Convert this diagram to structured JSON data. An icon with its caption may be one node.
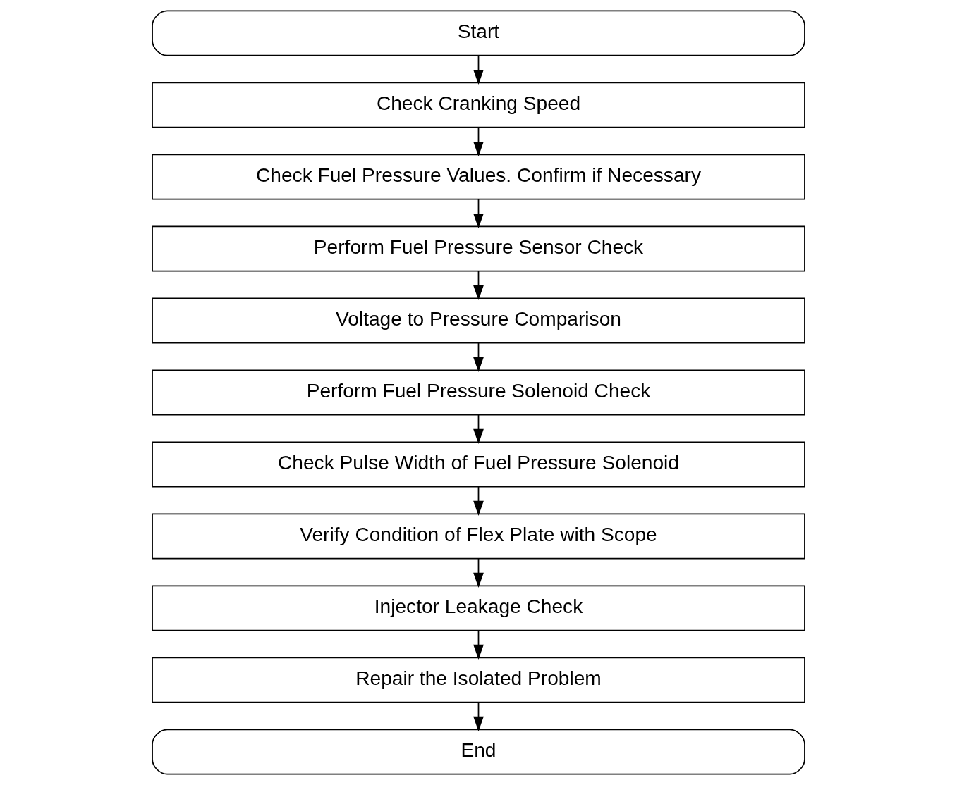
{
  "diagram": {
    "nodes": [
      {
        "text": [
          "Start"
        ]
      },
      {
        "text": [
          "Check Cranking Speed"
        ]
      },
      {
        "text": [
          "Check Fuel Pressure Values. Confirm if Necessary"
        ]
      },
      {
        "text": [
          "Perform Fuel Pressure Sensor Check"
        ]
      },
      {
        "text": [
          "Voltage to Pressure Comparison"
        ]
      },
      {
        "text": [
          "Perform Fuel Pressure Solenoid Check"
        ]
      },
      {
        "text": [
          "Check Pulse Width of Fuel Pressure Solenoid"
        ]
      },
      {
        "text": [
          "Verify Condition of Flex Plate with Scope"
        ]
      },
      {
        "text": [
          "Injector Leakage Check"
        ]
      },
      {
        "text": [
          "Repair the Isolated Problem"
        ]
      },
      {
        "text": [
          "End"
        ]
      }
    ],
    "edges": [
      {
        "from": 0,
        "to": 1,
        "arrow": "to"
      },
      {
        "from": 1,
        "to": 2,
        "arrow": "to"
      },
      {
        "from": 2,
        "to": 3,
        "arrow": "to"
      },
      {
        "from": 3,
        "to": 4,
        "arrow": "to"
      },
      {
        "from": 4,
        "to": 5,
        "arrow": "to"
      },
      {
        "from": 5,
        "to": 6,
        "arrow": "to"
      },
      {
        "from": 6,
        "to": 7,
        "arrow": "to"
      },
      {
        "from": 7,
        "to": 8,
        "arrow": "to"
      },
      {
        "from": 8,
        "to": 9,
        "arrow": "to"
      },
      {
        "from": 9,
        "to": 10,
        "arrow": "to"
      }
    ]
  }
}
